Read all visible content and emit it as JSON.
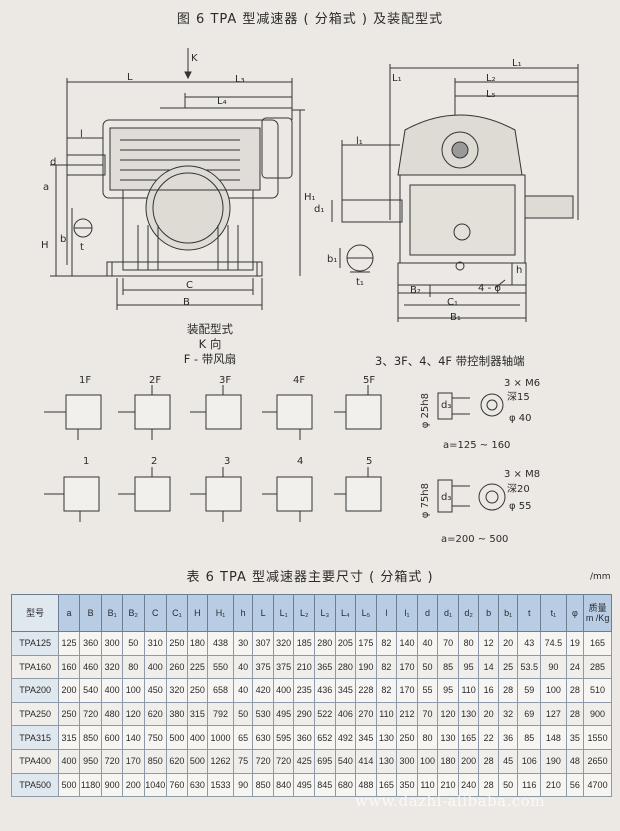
{
  "figure": {
    "title": "图 6   TPA 型减速器 ( 分箱式 ) 及装配型式",
    "assembly_caption": {
      "line1": "装配型式",
      "line2": "K 向",
      "line3": "F - 带风扇"
    },
    "controller_caption": "3、3F、4、4F 带控制器轴端",
    "assembly_labels": [
      "1F",
      "2F",
      "3F",
      "4F",
      "5F",
      "1",
      "2",
      "3",
      "4",
      "5"
    ],
    "side_dims": {
      "K": "K",
      "L": "L",
      "L3": "L₃",
      "L4": "L₄",
      "l": "l",
      "d": "d",
      "a": "a",
      "H": "H",
      "H1": "H₁",
      "b": "b",
      "t": "t",
      "C": "C",
      "B": "B"
    },
    "front_dims": {
      "L1": "L₁",
      "L2": "L₂",
      "L5": "L₅",
      "l1": "l₁",
      "d1": "d₁",
      "b1": "b₁",
      "t1": "t₁",
      "h": "h",
      "B2": "B₂",
      "C1": "C₁",
      "B1": "B₁",
      "bolt": "4 - φ"
    },
    "ctrl_small": {
      "spec1": "3 × M6",
      "spec2": "深15",
      "spec3": "φ 40",
      "dia": "φ 25h8",
      "d3": "d₃",
      "range": "a=125 ~ 160"
    },
    "ctrl_large": {
      "spec1": "3 × M8",
      "spec2": "深20",
      "spec3": "φ 55",
      "dia": "φ 75h8",
      "d3": "d₃",
      "range": "a=200 ~ 500"
    }
  },
  "table": {
    "title": "表 6   TPA 型减速器主要尺寸 ( 分箱式 )",
    "unit": "/mm",
    "headers": [
      "型号",
      "a",
      "B",
      "B₁",
      "B₂",
      "C",
      "C₁",
      "H",
      "H₁",
      "h",
      "L",
      "L₁",
      "L₂",
      "L₃",
      "L₄",
      "L₅",
      "l",
      "l₁",
      "d",
      "d₁",
      "d₂",
      "b",
      "b₁",
      "t",
      "t₁",
      "φ",
      "质量 m /Kg"
    ],
    "rows": [
      [
        "TPA125",
        "125",
        "360",
        "300",
        "50",
        "310",
        "250",
        "180",
        "438",
        "30",
        "307",
        "320",
        "185",
        "280",
        "205",
        "175",
        "82",
        "140",
        "40",
        "70",
        "80",
        "12",
        "20",
        "43",
        "74.5",
        "19",
        "165"
      ],
      [
        "TPA160",
        "160",
        "460",
        "320",
        "80",
        "400",
        "260",
        "225",
        "550",
        "40",
        "375",
        "375",
        "210",
        "365",
        "280",
        "190",
        "82",
        "170",
        "50",
        "85",
        "95",
        "14",
        "25",
        "53.5",
        "90",
        "24",
        "285"
      ],
      [
        "TPA200",
        "200",
        "540",
        "400",
        "100",
        "450",
        "320",
        "250",
        "658",
        "40",
        "420",
        "400",
        "235",
        "436",
        "345",
        "228",
        "82",
        "170",
        "55",
        "95",
        "110",
        "16",
        "28",
        "59",
        "100",
        "28",
        "510"
      ],
      [
        "TPA250",
        "250",
        "720",
        "480",
        "120",
        "620",
        "380",
        "315",
        "792",
        "50",
        "530",
        "495",
        "290",
        "522",
        "406",
        "270",
        "110",
        "212",
        "70",
        "120",
        "130",
        "20",
        "32",
        "69",
        "127",
        "28",
        "900"
      ],
      [
        "TPA315",
        "315",
        "850",
        "600",
        "140",
        "750",
        "500",
        "400",
        "1000",
        "65",
        "630",
        "595",
        "360",
        "652",
        "492",
        "345",
        "130",
        "250",
        "80",
        "130",
        "165",
        "22",
        "36",
        "85",
        "148",
        "35",
        "1550"
      ],
      [
        "TPA400",
        "400",
        "950",
        "720",
        "170",
        "850",
        "620",
        "500",
        "1262",
        "75",
        "720",
        "720",
        "425",
        "695",
        "540",
        "414",
        "130",
        "300",
        "100",
        "180",
        "200",
        "28",
        "45",
        "106",
        "190",
        "48",
        "2650"
      ],
      [
        "TPA500",
        "500",
        "1180",
        "900",
        "200",
        "1040",
        "760",
        "630",
        "1533",
        "90",
        "850",
        "840",
        "495",
        "845",
        "680",
        "488",
        "165",
        "350",
        "110",
        "210",
        "240",
        "28",
        "50",
        "116",
        "210",
        "56",
        "4700"
      ]
    ]
  },
  "watermark": "www.dazhi-alibaba.com"
}
